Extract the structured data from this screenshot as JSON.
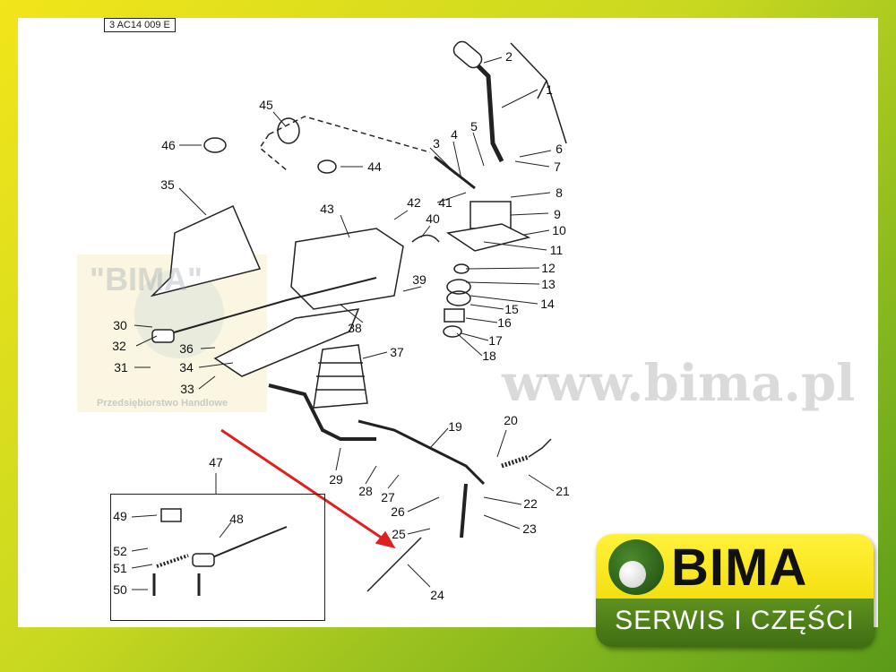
{
  "drawing_code": "3 AC14 009 E",
  "watermark": {
    "url": "www.bima.pl",
    "company": "Przedsiębiorstwo Handlowe",
    "brand": "\"BIMA\""
  },
  "callouts": {
    "c1": "1",
    "c2": "2",
    "c3": "3",
    "c4": "4",
    "c5": "5",
    "c6": "6",
    "c7": "7",
    "c8": "8",
    "c9": "9",
    "c10": "10",
    "c11": "11",
    "c12": "12",
    "c13": "13",
    "c14": "14",
    "c15": "15",
    "c16": "16",
    "c17": "17",
    "c18": "18",
    "c19": "19",
    "c20": "20",
    "c21": "21",
    "c22": "22",
    "c23": "23",
    "c24": "24",
    "c25": "25",
    "c26": "26",
    "c27": "27",
    "c28": "28",
    "c29": "29",
    "c30": "30",
    "c31": "31",
    "c32": "32",
    "c33": "33",
    "c34": "34",
    "c35": "35",
    "c36": "36",
    "c37": "37",
    "c38": "38",
    "c39": "39",
    "c40": "40",
    "c41": "41",
    "c42": "42",
    "c43": "43",
    "c44": "44",
    "c45": "45",
    "c46": "46",
    "c47": "47",
    "c48": "48",
    "c49": "49",
    "c50": "50",
    "c51": "51",
    "c52": "52"
  },
  "logo": {
    "name": "BIMA",
    "tagline": "SERWIS I CZĘŚCI"
  },
  "colors": {
    "arrow": "#e02020",
    "logo_yellow": "#f6e41a",
    "logo_green": "#4f8218"
  }
}
